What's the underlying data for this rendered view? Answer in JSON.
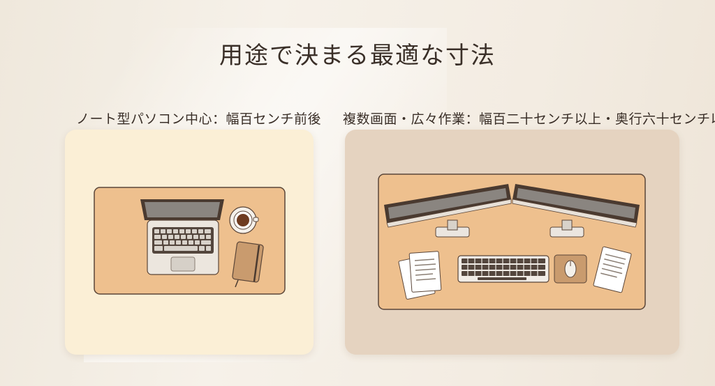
{
  "title": "用途で決まる最適な寸法",
  "left_panel": {
    "label": "ノート型パソコン中心：幅百センチ前後",
    "items": [
      "desk-mat",
      "laptop",
      "coffee-cup",
      "notebook"
    ]
  },
  "right_panel": {
    "label": "複数画面・広々作業：幅百二十センチ以上・奥行六十センチ以上",
    "items": [
      "desk-mat",
      "monitor-left",
      "monitor-right",
      "keyboard",
      "mouse",
      "document-left",
      "document-right"
    ]
  },
  "colors": {
    "background": "#f3ece2",
    "left_card": "#fbefd6",
    "right_card": "#e5d3c0",
    "desk_mat": "#eec08e",
    "dark_brown": "#4a3a30"
  }
}
